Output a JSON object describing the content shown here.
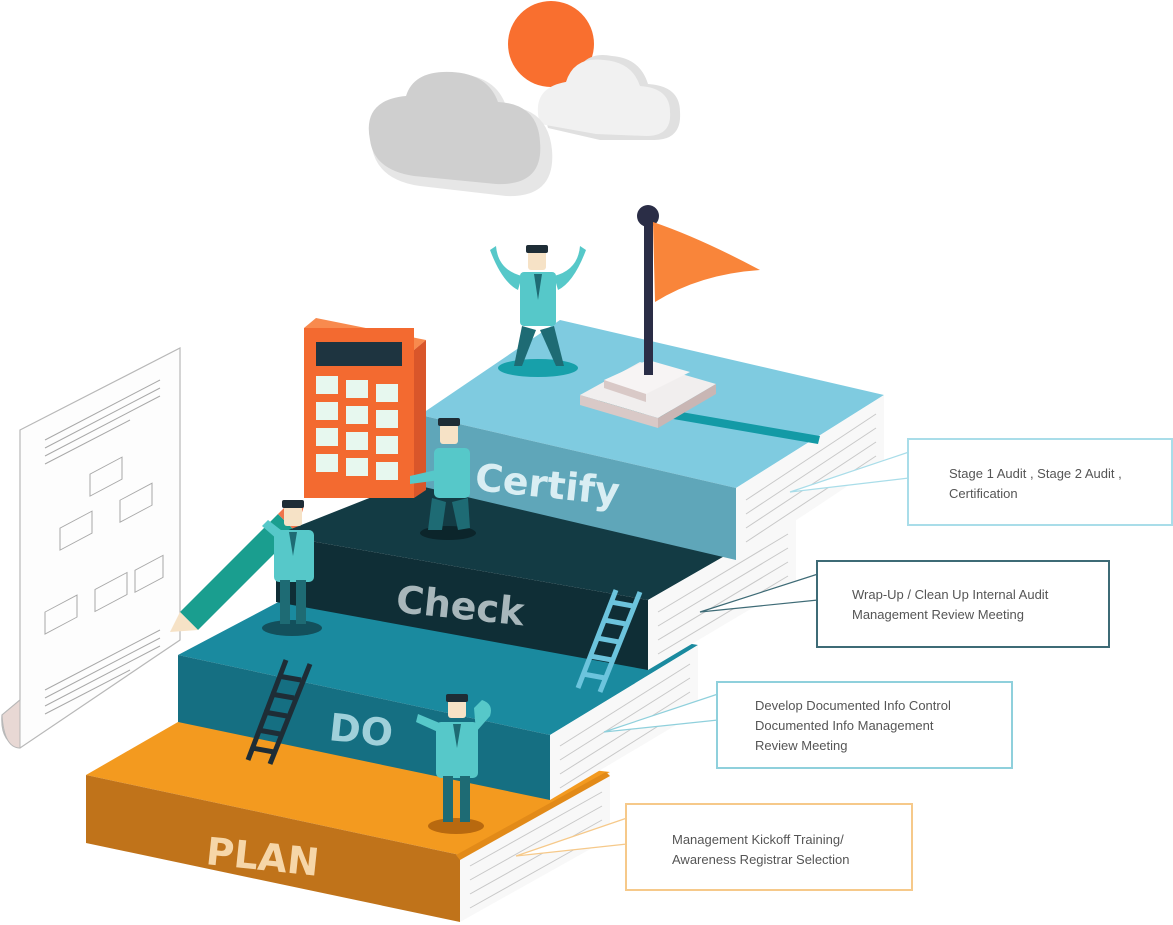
{
  "books": [
    {
      "key": "plan",
      "label": "PLAN",
      "cover_color": "#f39a1f",
      "spine_color": "#c0731a",
      "label_color": "#f6d6a8"
    },
    {
      "key": "do",
      "label": "DO",
      "cover_color": "#1a8a9f",
      "spine_color": "#156f82",
      "label_color": "#9fd0da"
    },
    {
      "key": "check",
      "label": "Check",
      "cover_color": "#133b44",
      "spine_color": "#0f2e36",
      "label_color": "#a8b7bb"
    },
    {
      "key": "certify",
      "label": "Certify",
      "cover_color": "#7fcbe0",
      "spine_color": "#5fa6b9",
      "label_color": "#d9eef3"
    }
  ],
  "callouts": [
    {
      "key": "certify",
      "lines": [
        "Stage 1 Audit , Stage 2 Audit ,",
        "Certification"
      ],
      "border_color": "#a9dde9"
    },
    {
      "key": "check",
      "lines": [
        "Wrap-Up / Clean Up Internal Audit",
        "Management Review Meeting"
      ],
      "border_color": "#3e6b76"
    },
    {
      "key": "do",
      "lines": [
        "Develop Documented Info Control",
        "Documented Info Management",
        "Review Meeting"
      ],
      "border_color": "#8fd0dc"
    },
    {
      "key": "plan",
      "lines": [
        "Management Kickoff Training/",
        "Awareness Registrar Selection"
      ],
      "border_color": "#f6c98a"
    }
  ],
  "icons": [
    "sun-icon",
    "cloud-icon",
    "flag-icon",
    "calculator-icon",
    "pencil-icon",
    "ladder-icon",
    "document-icon",
    "person-icon"
  ],
  "colors": {
    "sun": "#f96f2f",
    "cloud": "#cfcfcf",
    "flag": "#f9853a",
    "teal_person": "#56c8c9"
  }
}
